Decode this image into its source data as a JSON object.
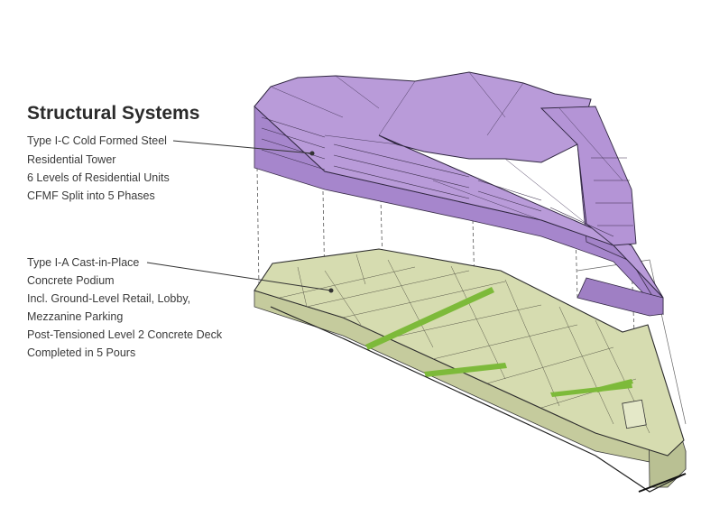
{
  "title": "Structural Systems",
  "tower": {
    "lines": [
      "Type I-C Cold Formed Steel",
      "Residential Tower",
      "6 Levels of Residential Units",
      "CFMF Split into 5 Phases"
    ],
    "color": "#b99bd9"
  },
  "podium": {
    "lines": [
      "Type I-A Cast-in-Place",
      "Concrete Podium",
      "Incl. Ground-Level Retail, Lobby,",
      "Mezzanine Parking",
      "Post-Tensioned Level 2 Concrete Deck",
      "Completed in 5 Pours"
    ],
    "color": "#d6dcb0",
    "accent": "#7dba3a"
  }
}
